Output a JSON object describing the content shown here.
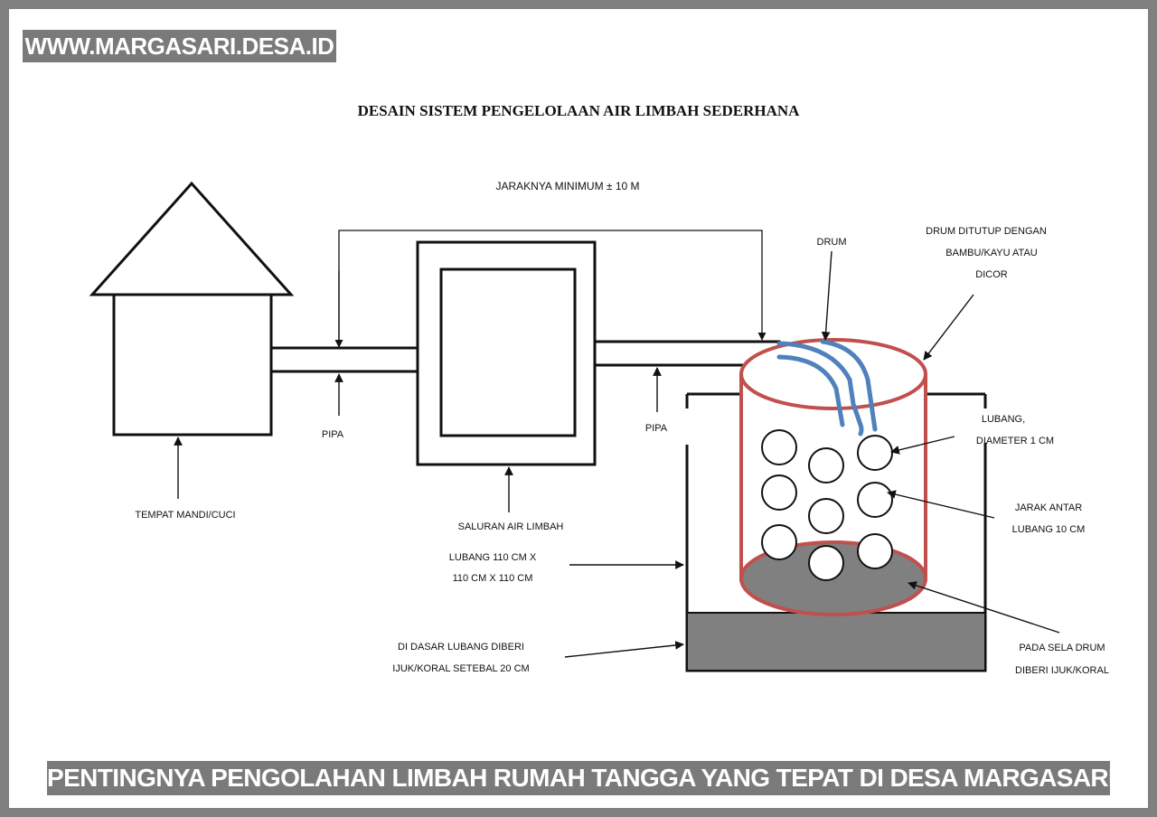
{
  "header": {
    "site": "WWW.MARGASARI.DESA.ID"
  },
  "footer": {
    "caption": "PENTINGNYA PENGOLAHAN LIMBAH RUMAH TANGGA YANG TEPAT DI DESA MARGASARI"
  },
  "diagram": {
    "title": "DESAIN SISTEM PENGELOLAAN AIR LIMBAH SEDERHANA",
    "distance_label": "JARAKNYA MINIMUM ± 10 M",
    "labels": {
      "pipa_left": "PIPA",
      "pipa_right": "PIPA",
      "tempat_mandi": "TEMPAT MANDI/CUCI",
      "saluran_air_limbah": "SALURAN AIR LIMBAH",
      "lubang_size_line1": "LUBANG 110 CM X",
      "lubang_size_line2": "110 CM X 110 CM",
      "dasar_line1": "DI DASAR LUBANG DIBERI",
      "dasar_line2": "IJUK/KORAL SETEBAL 20 CM",
      "drum": "DRUM",
      "drum_cover_line1": "DRUM DITUTUP DENGAN",
      "drum_cover_line2": "BAMBU/KAYU ATAU",
      "drum_cover_line3": "DICOR",
      "hole_line1": "LUBANG,",
      "hole_line2": "DIAMETER 1 CM",
      "spacing_line1": "JARAK ANTAR",
      "spacing_line2": "LUBANG 10 CM",
      "sela_line1": "PADA SELA DRUM",
      "sela_line2": "DIBERI IJUK/KORAL"
    },
    "colors": {
      "outline": "#111111",
      "drum": "#c0504d",
      "pipe_inlet": "#4f81bd",
      "gravel": "#808080",
      "banner": "#7a7a7a"
    }
  }
}
